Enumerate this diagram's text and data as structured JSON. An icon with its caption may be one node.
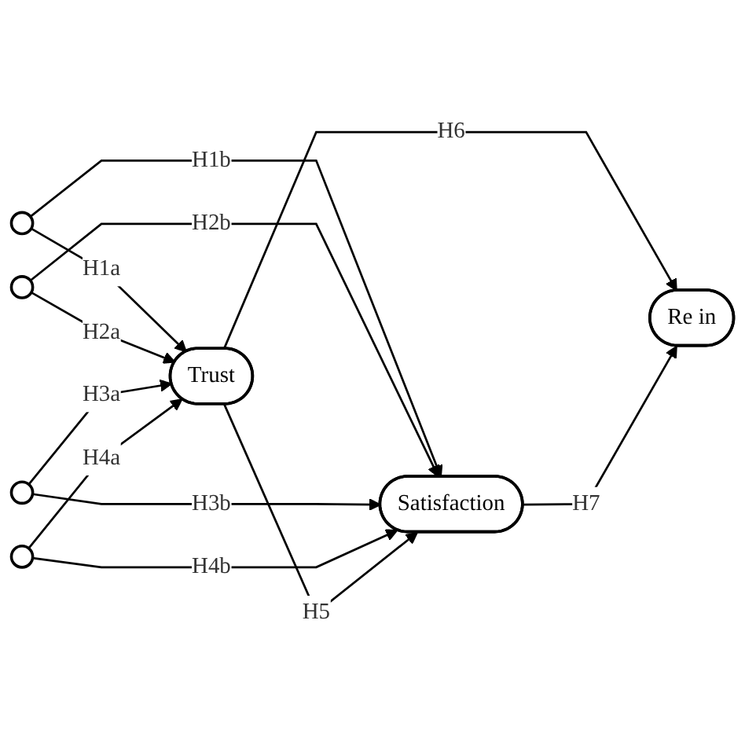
{
  "diagram": {
    "nodes": [
      {
        "text": [],
        "shape": "circle"
      },
      {
        "text": [],
        "shape": "circle"
      },
      {
        "text": [],
        "shape": "circle"
      },
      {
        "text": [],
        "shape": "circle"
      },
      {
        "text": [
          "Trust"
        ]
      },
      {
        "text": [
          "Satisfaction"
        ]
      },
      {
        "text": [
          "Re in"
        ]
      }
    ],
    "edges": [
      {
        "from": 0,
        "to": 4,
        "arrow": "to",
        "label": "H1a"
      },
      {
        "from": 0,
        "to": 5,
        "arrow": "to",
        "label": "H1b"
      },
      {
        "from": 1,
        "to": 4,
        "arrow": "to",
        "label": "H2a"
      },
      {
        "from": 1,
        "to": 5,
        "arrow": "to",
        "label": "H2b"
      },
      {
        "from": 2,
        "to": 4,
        "arrow": "to",
        "label": "H3a"
      },
      {
        "from": 2,
        "to": 5,
        "arrow": "to",
        "label": "H3b"
      },
      {
        "from": 3,
        "to": 4,
        "arrow": "to",
        "label": "H4a"
      },
      {
        "from": 3,
        "to": 5,
        "arrow": "to",
        "label": "H4b"
      },
      {
        "from": 4,
        "to": 5,
        "arrow": "to",
        "label": "H5"
      },
      {
        "from": 4,
        "to": 6,
        "arrow": "to",
        "label": "H6"
      },
      {
        "from": 5,
        "to": 6,
        "arrow": "to",
        "label": "H7"
      }
    ]
  }
}
